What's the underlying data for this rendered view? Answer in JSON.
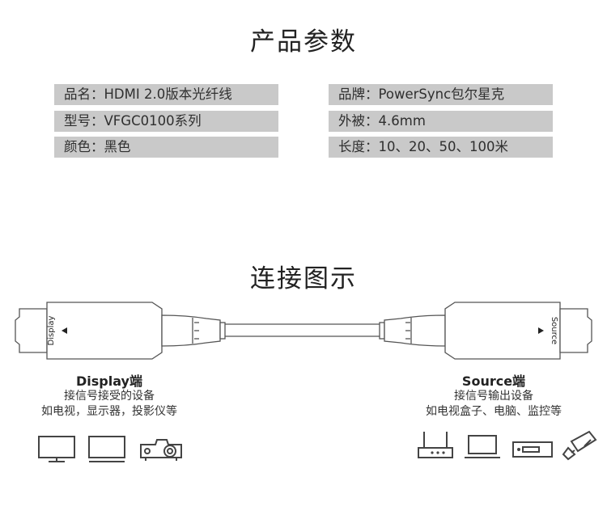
{
  "titles": {
    "params": "产品参数",
    "connection": "连接图示"
  },
  "specs": {
    "left": [
      "品名：HDMI 2.0版本光纤线",
      "型号：VFGC0100系列",
      "颜色：黑色"
    ],
    "right": [
      "品牌：PowerSync包尔星克",
      "外被：4.6mm",
      "长度：10、20、50、100米"
    ]
  },
  "cable": {
    "left_label": "Display",
    "right_label": "Source"
  },
  "display_end": {
    "title": "Display端",
    "line1": "接信号接受的设备",
    "line2": "如电视，显示器，投影仪等",
    "icons": [
      "monitor-icon",
      "tv-icon",
      "projector-icon"
    ]
  },
  "source_end": {
    "title": "Source端",
    "line1": "接信号输出设备",
    "line2": "如电视盒子、电脑、监控等",
    "icons": [
      "router-icon",
      "laptop-icon",
      "set-top-box-icon",
      "security-camera-icon"
    ]
  },
  "colors": {
    "spec_bg": "#c9c9c9",
    "line": "#555555"
  }
}
